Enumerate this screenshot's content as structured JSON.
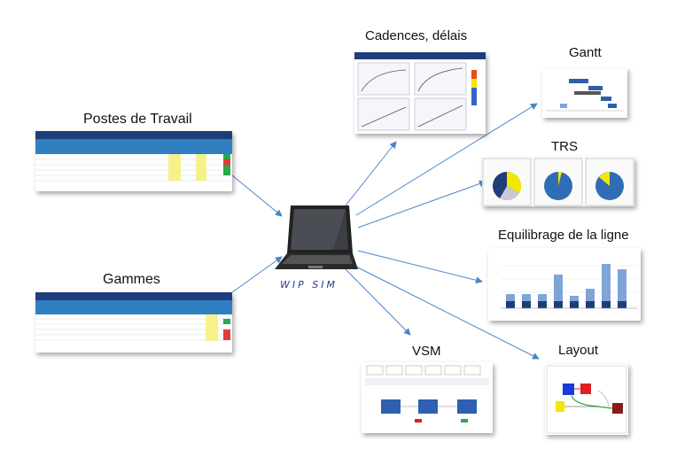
{
  "center": {
    "brand": "WIP SIM",
    "device": "laptop-icon"
  },
  "labels": {
    "postes": "Postes de Travail",
    "gammes": "Gammes",
    "cadences": "Cadences, délais",
    "gantt": "Gantt",
    "trs": "TRS",
    "equilibrage": "Equilibrage de la ligne",
    "vsm": "VSM",
    "layout": "Layout"
  },
  "colors": {
    "arrow": "#4a86c8",
    "header": "#1f3d7a",
    "accent_red": "#e02020",
    "accent_blue": "#1a3bd6",
    "accent_yellow": "#f2e800"
  }
}
